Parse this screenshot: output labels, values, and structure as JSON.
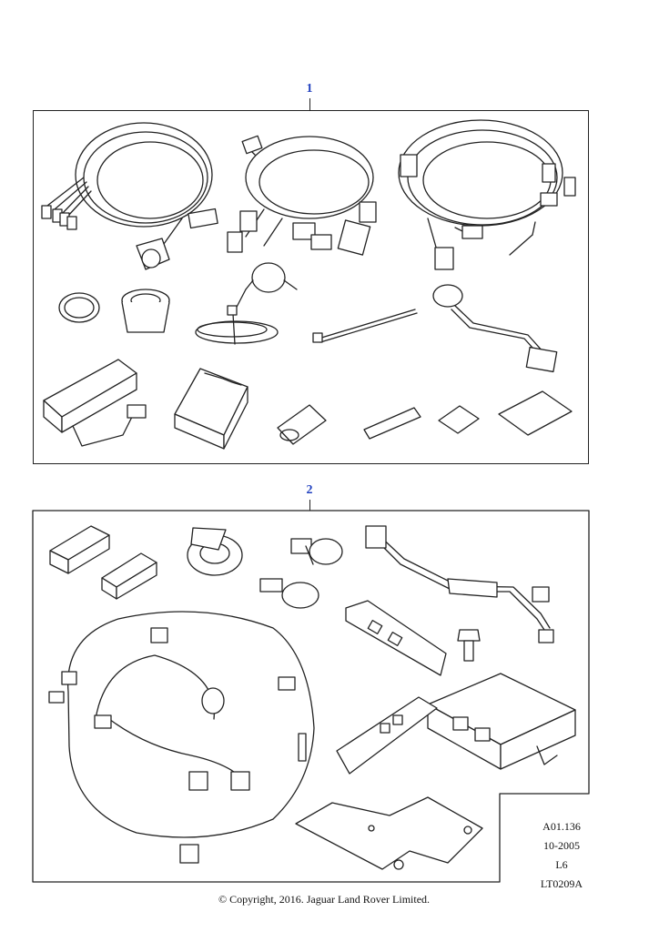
{
  "callouts": [
    {
      "id": "1",
      "label": "1"
    },
    {
      "id": "2",
      "label": "2"
    }
  ],
  "reference": {
    "code": "A01.136",
    "date": "10-2005",
    "level": "L6",
    "illustration_id": "LT0209A"
  },
  "copyright": "© Copyright, 2016. Jaguar Land Rover Limited.",
  "colors": {
    "callout": "#1f3fbf",
    "line": "#222222"
  }
}
